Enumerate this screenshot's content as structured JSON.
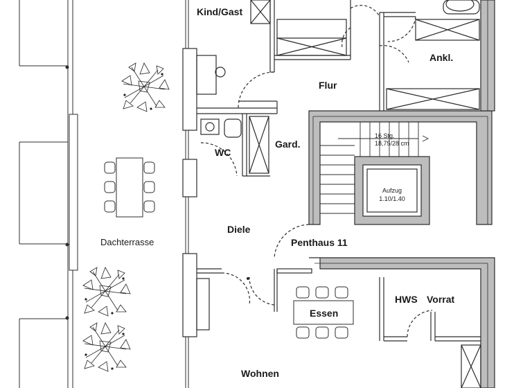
{
  "plan": {
    "rooms": {
      "kind_gast": "Kind/Gast",
      "flur": "Flur",
      "ankl": "Ankl.",
      "wc": "WC",
      "gard": "Gard.",
      "diele": "Diele",
      "dachterrasse": "Dachterrasse",
      "penthaus": "Penthaus 11",
      "essen": "Essen",
      "hws": "HWS",
      "vorrat": "Vorrat",
      "wohnen": "Wohnen"
    },
    "stairs": {
      "count": "16 Stg.",
      "dimensions": "18,75/28 cm"
    },
    "elevator": {
      "label": "Aufzug",
      "size": "1.10/1.40"
    }
  },
  "colors": {
    "wall_fill": "#bdbdbd",
    "line": "#2b2b2b"
  }
}
